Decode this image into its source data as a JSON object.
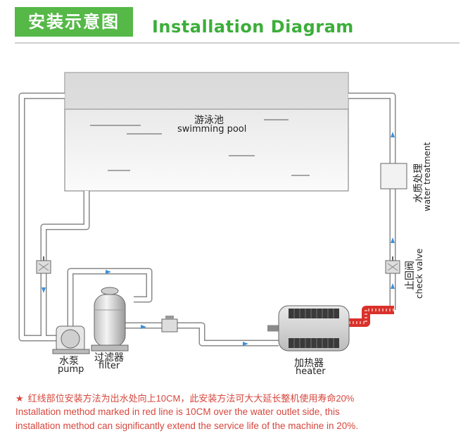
{
  "header": {
    "badge_cn": "安装示意图",
    "title_en": "Installation Diagram"
  },
  "diagram": {
    "pool_cn": "游泳池",
    "pool_en": "swimming pool",
    "water_treatment_cn": "水质处理",
    "water_treatment_en": "water treatment",
    "check_valve_cn": "止回阀",
    "check_valve_en": "check valve",
    "pump_cn": "水泵",
    "pump_en": "pump",
    "filter_cn": "过滤器",
    "filter_en": "filter",
    "heater_cn": "加热器",
    "heater_en": "heater"
  },
  "note": {
    "star": "★",
    "line_cn": "红线部位安装方法为出水处向上10CM，此安装方法可大大延长整机使用寿命20%",
    "line_en_1": "Installation method marked in red line is 10CM over the water outlet side, this",
    "line_en_2": "installation method can significantly extend the service life of the machine in 20%."
  },
  "colors": {
    "brand_green": "#55b847",
    "title_green": "#3cae3a",
    "note_red": "#d6473d",
    "pipe_gray": "#8a8a8a",
    "flow_arrow_blue": "#3b8fd8",
    "hot_pipe_red": "#d9312b"
  }
}
